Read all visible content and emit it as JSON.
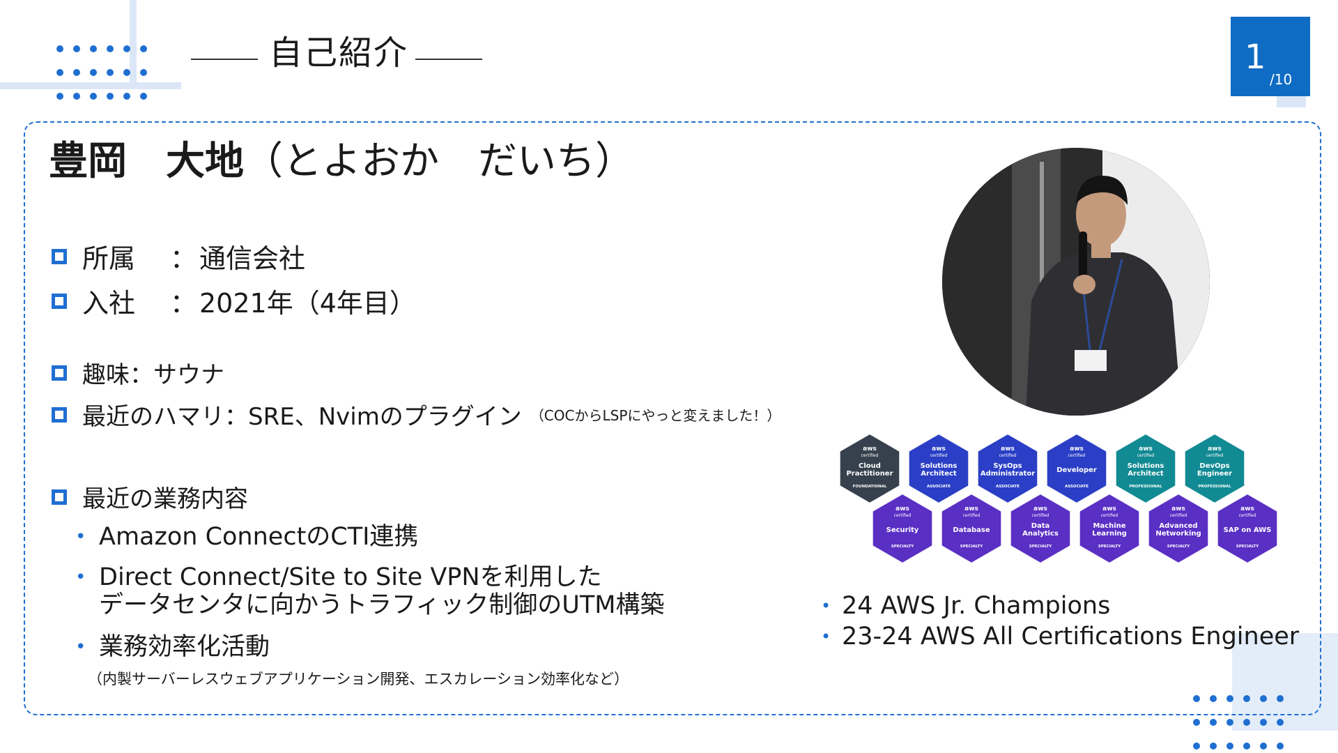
{
  "header": {
    "title": "自己紹介",
    "page_current": "1",
    "page_total": "/10"
  },
  "profile": {
    "name": "豊岡　大地",
    "reading": "（とよおか　だいち）",
    "affiliation_label": "所属",
    "affiliation_value": "通信会社",
    "joined_label": "入社",
    "joined_value": "2021年（4年目）",
    "separator": "：",
    "hobby": "趣味：サウナ",
    "recent_hobby": "最近のハマリ：SRE、Nvimのプラグイン",
    "recent_hobby_note": "（COCからLSPにやっと変えました！）",
    "work_heading": "最近の業務内容",
    "work_items": [
      "Amazon ConnectのCTI連携",
      "Direct Connect/Site to Site VPNを利用した",
      "データセンタに向かうトラフィック制御のUTM構築",
      "業務効率化活動"
    ],
    "work_note": "（内製サーバーレスウェブアプリケーション開発、エスカレーション効率化など）",
    "bullet_char": "•"
  },
  "badges": [
    {
      "brand": "aws",
      "sub": "certified",
      "line1": "Cloud",
      "line2": "Practitioner",
      "level": "FOUNDATIONAL",
      "color": "#36414d"
    },
    {
      "brand": "aws",
      "sub": "certified",
      "line1": "Solutions",
      "line2": "Architect",
      "level": "ASSOCIATE",
      "color": "#2a3fc5"
    },
    {
      "brand": "aws",
      "sub": "certified",
      "line1": "SysOps",
      "line2": "Administrator",
      "level": "ASSOCIATE",
      "color": "#2a3fc5"
    },
    {
      "brand": "aws",
      "sub": "certified",
      "line1": "Developer",
      "line2": "",
      "level": "ASSOCIATE",
      "color": "#2a3fc5"
    },
    {
      "brand": "aws",
      "sub": "certified",
      "line1": "Solutions",
      "line2": "Architect",
      "level": "PROFESSIONAL",
      "color": "#128a93"
    },
    {
      "brand": "aws",
      "sub": "certified",
      "line1": "DevOps",
      "line2": "Engineer",
      "level": "PROFESSIONAL",
      "color": "#128a93"
    },
    {
      "brand": "aws",
      "sub": "certified",
      "line1": "Security",
      "line2": "",
      "level": "SPECIALTY",
      "color": "#5a2fc4"
    },
    {
      "brand": "aws",
      "sub": "certified",
      "line1": "Database",
      "line2": "",
      "level": "SPECIALTY",
      "color": "#5a2fc4"
    },
    {
      "brand": "aws",
      "sub": "certified",
      "line1": "Data",
      "line2": "Analytics",
      "level": "SPECIALTY",
      "color": "#5a2fc4"
    },
    {
      "brand": "aws",
      "sub": "certified",
      "line1": "Machine",
      "line2": "Learning",
      "level": "SPECIALTY",
      "color": "#5a2fc4"
    },
    {
      "brand": "aws",
      "sub": "certified",
      "line1": "Advanced",
      "line2": "Networking",
      "level": "SPECIALTY",
      "color": "#5a2fc4"
    },
    {
      "brand": "aws",
      "sub": "certified",
      "line1": "SAP on AWS",
      "line2": "",
      "level": "SPECIALTY",
      "color": "#5a2fc4"
    }
  ],
  "achievements": [
    "24 AWS Jr. Champions",
    "23-24 AWS All Certifications Engineer"
  ]
}
